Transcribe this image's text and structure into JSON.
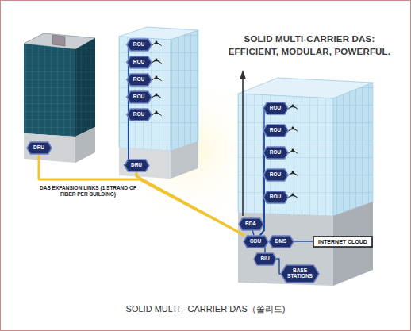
{
  "diagram": {
    "title": "SOLiD MULTI-CARRIER DAS: EFFICIENT, MODULAR, POWERFUL.",
    "caption": "SOLID MULTI - CARRIER DAS（쏠리드)",
    "nodes": [
      {
        "text": [
          "DRU"
        ]
      },
      {
        "text": [
          "ROU"
        ]
      },
      {
        "text": [
          "ROU"
        ]
      },
      {
        "text": [
          "ROU"
        ]
      },
      {
        "text": [
          "ROU"
        ]
      },
      {
        "text": [
          "ROU"
        ]
      },
      {
        "text": [
          "DRU"
        ]
      },
      {
        "text": [
          "ROU"
        ]
      },
      {
        "text": [
          "ROU"
        ]
      },
      {
        "text": [
          "ROU"
        ]
      },
      {
        "text": [
          "ROU"
        ]
      },
      {
        "text": [
          "ROU"
        ]
      },
      {
        "text": [
          "BDA"
        ]
      },
      {
        "text": [
          "ODU"
        ]
      },
      {
        "text": [
          "DMS"
        ]
      },
      {
        "text": [
          "BIU"
        ]
      },
      {
        "text": [
          "BASE STATIONS"
        ]
      },
      {
        "text": [
          "INTERNET CLOUD"
        ]
      }
    ],
    "edges": [
      {
        "from": 0,
        "to": 13,
        "arrow": "none"
      },
      {
        "from": 6,
        "to": 13,
        "arrow": "none"
      },
      {
        "from": 1,
        "to": 6,
        "arrow": "none"
      },
      {
        "from": 2,
        "to": 6,
        "arrow": "none"
      },
      {
        "from": 3,
        "to": 6,
        "arrow": "none"
      },
      {
        "from": 4,
        "to": 6,
        "arrow": "none"
      },
      {
        "from": 5,
        "to": 6,
        "arrow": "none"
      },
      {
        "from": 7,
        "to": 13,
        "arrow": "none"
      },
      {
        "from": 8,
        "to": 13,
        "arrow": "none"
      },
      {
        "from": 9,
        "to": 13,
        "arrow": "none"
      },
      {
        "from": 10,
        "to": 13,
        "arrow": "none"
      },
      {
        "from": 11,
        "to": 13,
        "arrow": "none"
      },
      {
        "from": 12,
        "to": 13,
        "arrow": "none"
      },
      {
        "from": 13,
        "to": 15,
        "arrow": "none"
      },
      {
        "from": 13,
        "to": 14,
        "arrow": "none"
      },
      {
        "from": 14,
        "to": 17,
        "arrow": "none"
      },
      {
        "from": 15,
        "to": 16,
        "arrow": "none"
      }
    ],
    "labels": [
      "DAS EXPANSION LINKS (1 STRAND OF FIBER PER BUILDING)"
    ]
  }
}
